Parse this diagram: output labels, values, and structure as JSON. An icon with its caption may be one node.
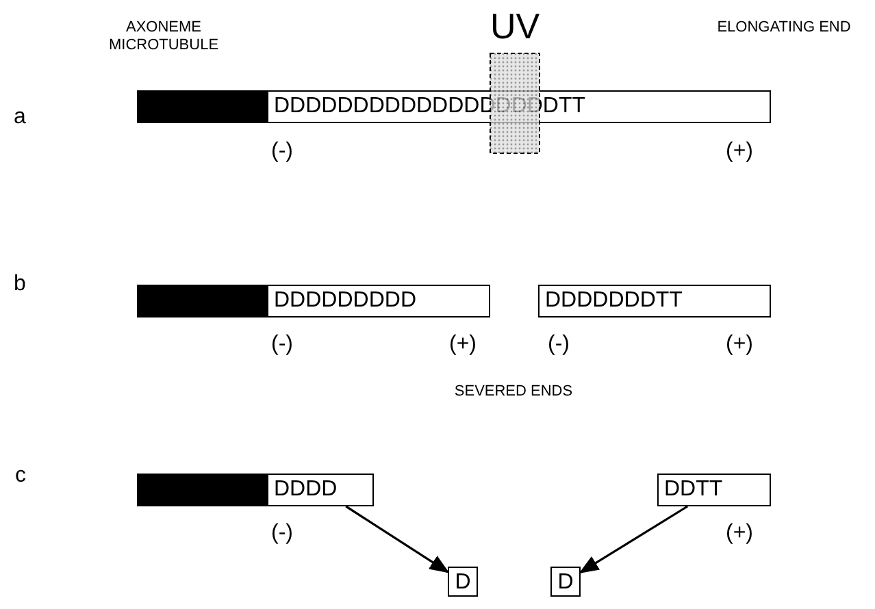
{
  "diagram": {
    "nodes": [
      {
        "text": [],
        "shape": "bar"
      },
      {
        "text": [
          "DDDDDDDDDDDDDDDDDDTT"
        ]
      },
      {
        "text": [
          "UV"
        ]
      },
      {
        "text": [],
        "shape": "bar"
      },
      {
        "text": [
          "DDDDDDDDD"
        ]
      },
      {
        "text": [
          "DDDDDDDTT"
        ]
      },
      {
        "text": [],
        "shape": "bar"
      },
      {
        "text": [
          "DDDD"
        ]
      },
      {
        "text": [
          "DDTT"
        ]
      },
      {
        "text": [
          "D"
        ]
      },
      {
        "text": [
          "D"
        ]
      }
    ],
    "edges": [
      {
        "from": 7,
        "to": 9,
        "arrow": "to"
      },
      {
        "from": 8,
        "to": 10,
        "arrow": "to"
      }
    ],
    "labels": [
      "AXONEME MICROTUBULE",
      "ELONGATING END",
      "a",
      "(-)",
      "(+)",
      "b",
      "(-)",
      "(+)",
      "(-)",
      "(+)",
      "SEVERED ENDS",
      "c",
      "(-)",
      "(+)"
    ]
  }
}
